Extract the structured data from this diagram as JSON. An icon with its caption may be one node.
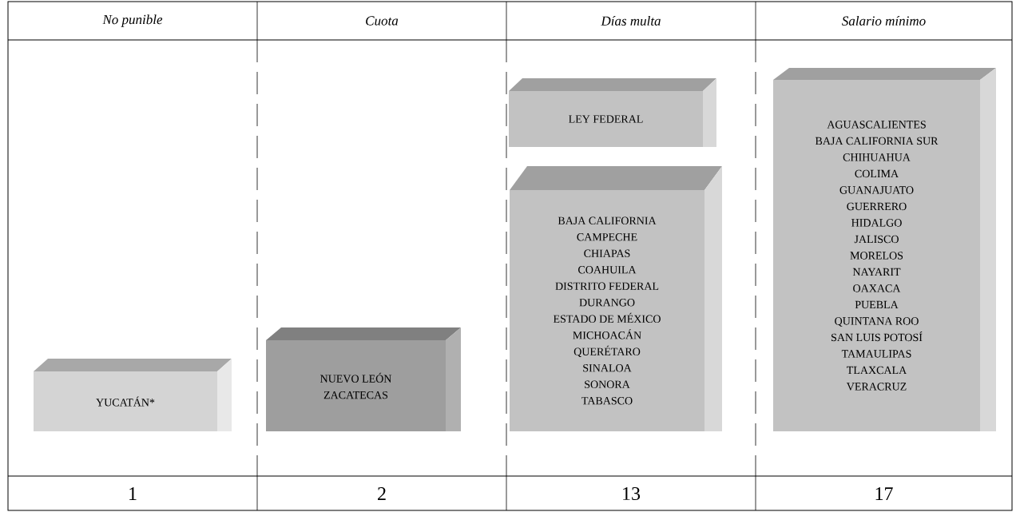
{
  "diagram": {
    "nodes": [
      {
        "text": [
          "YUCATÁN*"
        ]
      },
      {
        "text": [
          "NUEVO LEÓN",
          "ZACATECAS"
        ]
      },
      {
        "text": [
          "LEY FEDERAL"
        ]
      },
      {
        "text": [
          "BAJA CALIFORNIA",
          "CAMPECHE",
          "CHIAPAS",
          "COAHUILA",
          "DISTRITO FEDERAL",
          "DURANGO",
          "ESTADO DE MÉXICO",
          "MICHOACÁN",
          "QUERÉTARO",
          "SINALOA",
          "SONORA",
          "TABASCO"
        ]
      },
      {
        "text": [
          "AGUASCALIENTES",
          "BAJA CALIFORNIA SUR",
          "CHIHUAHUA",
          "COLIMA",
          "GUANAJUATO",
          "GUERRERO",
          "HIDALGO",
          "JALISCO",
          "MORELOS",
          "NAYARIT",
          "OAXACA",
          "PUEBLA",
          "QUINTANA ROO",
          "SAN LUIS POTOSÍ",
          "TAMAULIPAS",
          "TLAXCALA",
          "VERACRUZ"
        ]
      }
    ],
    "labels": [
      "No punible",
      "Cuota",
      "Días multa",
      "Salario mínimo",
      "1",
      "2",
      "13",
      "17"
    ]
  }
}
